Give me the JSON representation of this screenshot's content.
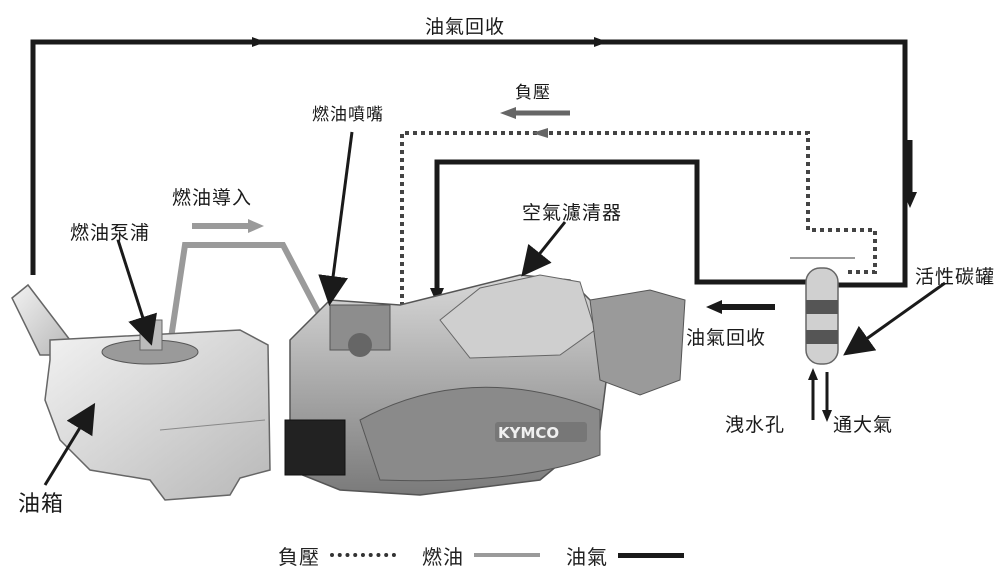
{
  "labels": {
    "vapor_recovery_top": "油氣回收",
    "negative_pressure": "負壓",
    "injector": "燃油噴嘴",
    "fuel_in": "燃油導入",
    "fuel_pump": "燃油泵浦",
    "air_filter": "空氣濾清器",
    "carbon_canister": "活性碳罐",
    "vapor_recovery_side": "油氣回收",
    "drain_hole": "洩水孔",
    "to_atmosphere": "通大氣",
    "fuel_tank": "油箱",
    "brand": "KYMCO"
  },
  "legend": [
    {
      "label": "負壓",
      "style": "dotted"
    },
    {
      "label": "燃油",
      "style": "gray"
    },
    {
      "label": "油氣",
      "style": "black"
    }
  ],
  "colors": {
    "vapor_line": "#1a1a1a",
    "fuel_line": "#9a9a9a",
    "negative_line": "#555555"
  }
}
